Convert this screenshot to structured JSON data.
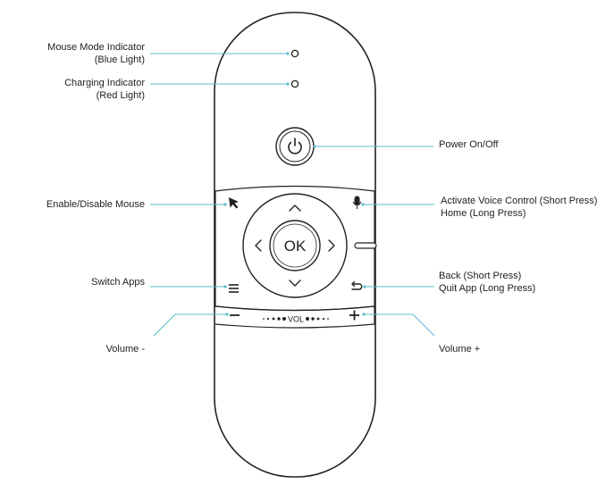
{
  "labels": {
    "mouse_mode": {
      "line1": "Mouse Mode Indicator",
      "line2": "(Blue Light)"
    },
    "charging": {
      "line1": "Charging Indicator",
      "line2": "(Red Light)"
    },
    "power": {
      "line1": "Power On/Off"
    },
    "mouse_toggle": {
      "line1": "Enable/Disable Mouse"
    },
    "voice": {
      "line1": "Activate Voice Control (Short Press)",
      "line2": "Home (Long Press)"
    },
    "switch_apps": {
      "line1": "Switch Apps"
    },
    "back": {
      "line1": "Back (Short Press)",
      "line2": "Quit App (Long Press)"
    },
    "volume_down": {
      "line1": "Volume -"
    },
    "volume_up": {
      "line1": "Volume +"
    }
  },
  "remote": {
    "ok_label": "OK",
    "vol_label": "VOL",
    "minus_glyph": "−",
    "plus_glyph": "+"
  },
  "colors": {
    "leader_line": "#5bbccd",
    "outline": "#222222"
  },
  "icons": [
    "power-icon",
    "cursor-icon",
    "microphone-icon",
    "menu-icon",
    "back-icon",
    "chevron-up-icon",
    "chevron-down-icon",
    "chevron-left-icon",
    "chevron-right-icon"
  ]
}
